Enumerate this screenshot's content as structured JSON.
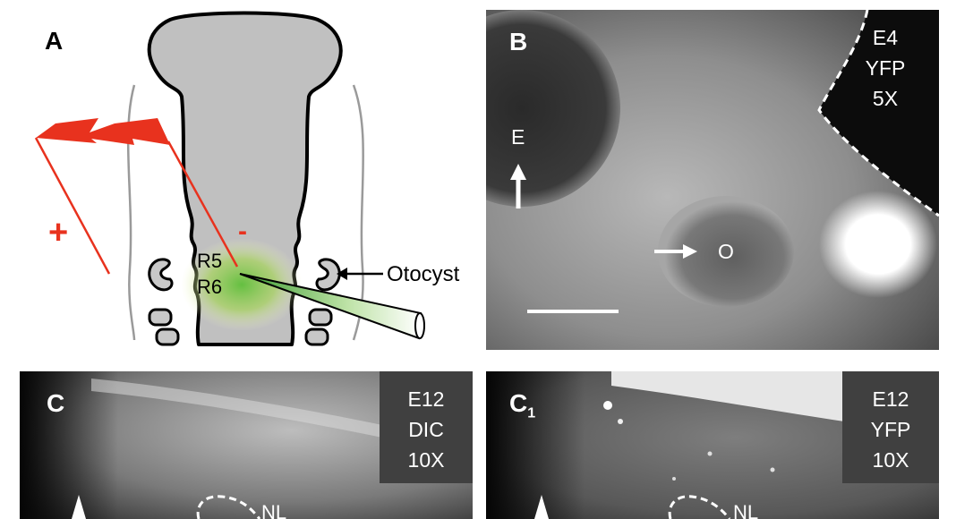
{
  "panel_a": {
    "label": "A",
    "plus": "+",
    "minus": "-",
    "r5": "R5",
    "r6": "R6",
    "otocyst": "Otocyst"
  },
  "panel_b": {
    "label": "B",
    "info": [
      "E4",
      "YFP",
      "5X"
    ],
    "e_label": "E",
    "o_label": "O"
  },
  "panel_c": {
    "label": "C",
    "info": [
      "E12",
      "DIC",
      "10X"
    ],
    "nl_label": "NL"
  },
  "panel_c1": {
    "label": "C",
    "label_sub": "1",
    "info": [
      "E12",
      "YFP",
      "10X"
    ],
    "nl_label": "NL"
  },
  "colors": {
    "electrode_red": "#e8321e",
    "neural_tube_gray": "#c0c0c0",
    "injection_green": "#8cc83c",
    "annotation_white": "#ffffff"
  }
}
